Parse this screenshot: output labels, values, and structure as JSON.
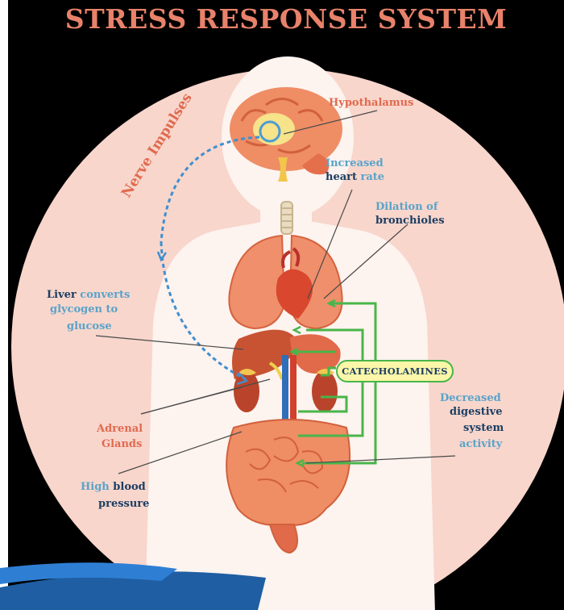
{
  "title": "STRESS RESPONSE SYSTEM",
  "labels": {
    "hypothalamus": "Hypothalamus",
    "nerve_impulses": "Nerve Impulses",
    "heart_rate_1": "Increased",
    "heart_rate_2a": "heart",
    "heart_rate_2b": " rate",
    "bronchioles_1": "Dilation of",
    "bronchioles_2": "bronchioles",
    "liver_1a": "Liver",
    "liver_1b": " converts",
    "liver_2": "glycogen to",
    "liver_3": "glucose",
    "catecholamines": "CATECHOLAMINES",
    "digestive_1": "Decreased",
    "digestive_2": "digestive",
    "digestive_3": "system",
    "digestive_4": "activity",
    "adrenal_1": "Adrenal",
    "adrenal_2": "Glands",
    "bp_1a": "High",
    "bp_1b": " blood",
    "bp_2": "pressure"
  },
  "colors": {
    "background": "#000000",
    "circle": "#f8d6cc",
    "body": "#fdf3ef",
    "title": "#e8826a",
    "label_blue": "#5aa3c9",
    "label_navy": "#1c3e62",
    "label_coral": "#e16a4f",
    "arrow_green": "#49b54a",
    "nerve_arrow": "#3f8fd0",
    "footer_band": "#1f5ea3"
  }
}
